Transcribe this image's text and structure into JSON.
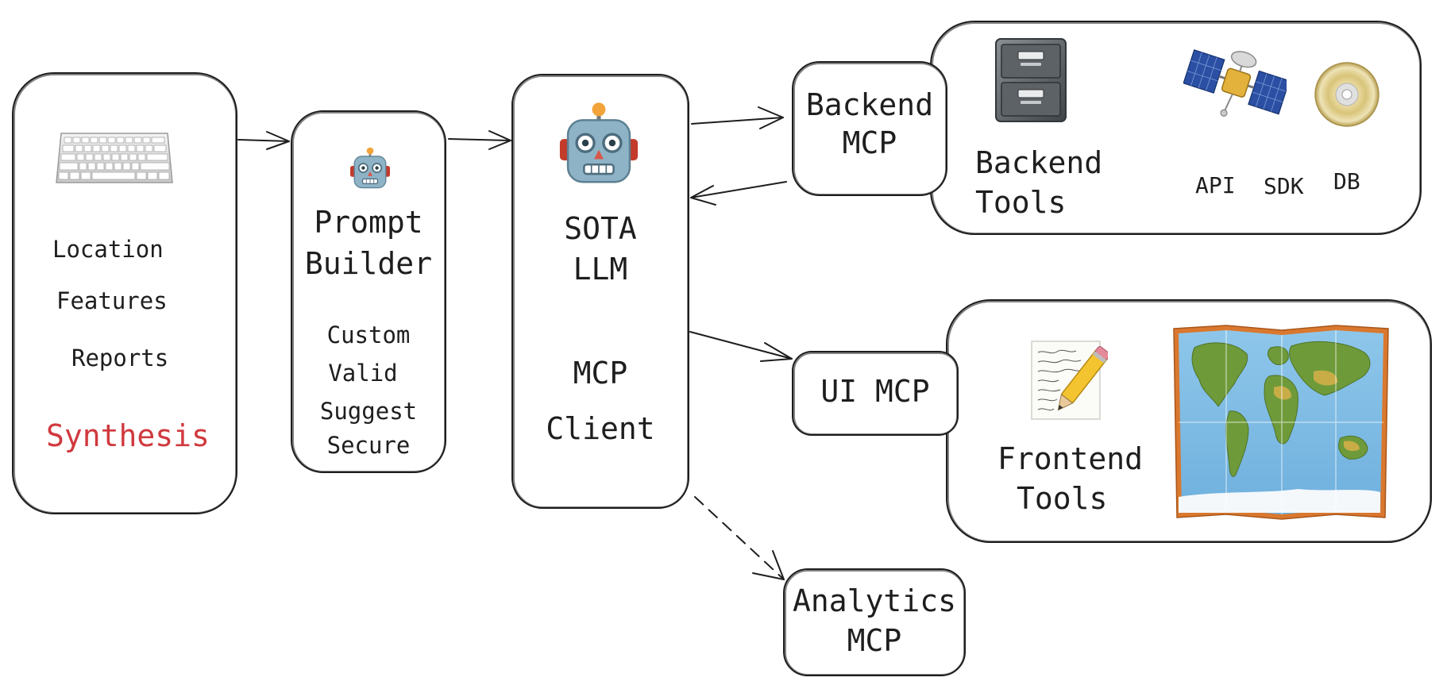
{
  "input_panel": {
    "items": [
      "Location",
      "Features",
      "Reports"
    ],
    "highlight": "Synthesis",
    "highlight_color": "#d0393e",
    "icon": "keyboard-icon"
  },
  "prompt_builder": {
    "title_line1": "Prompt",
    "title_line2": "Builder",
    "items": [
      "Custom",
      "Valid",
      "Suggest",
      "Secure"
    ],
    "icon": "robot-icon"
  },
  "llm": {
    "title_line1": "SOTA",
    "title_line2": "LLM",
    "client_line1": "MCP",
    "client_line2": "Client",
    "icon": "robot-icon"
  },
  "backend_mcp": {
    "line1": "Backend",
    "line2": "MCP"
  },
  "backend_tools": {
    "line1": "Backend",
    "line2": "Tools",
    "icons": [
      "file-cabinet-icon",
      "satellite-icon",
      "dvd-icon"
    ],
    "labels": [
      "API",
      "SDK",
      "DB"
    ]
  },
  "ui_mcp": {
    "label": "UI MCP"
  },
  "frontend_tools": {
    "line1": "Frontend",
    "line2": "Tools",
    "icons": [
      "memo-pencil-icon",
      "world-map-icon"
    ]
  },
  "analytics_mcp": {
    "line1": "Analytics",
    "line2": "MCP"
  },
  "colors": {
    "stroke": "#1e1e1e",
    "accent": "#d0393e"
  }
}
